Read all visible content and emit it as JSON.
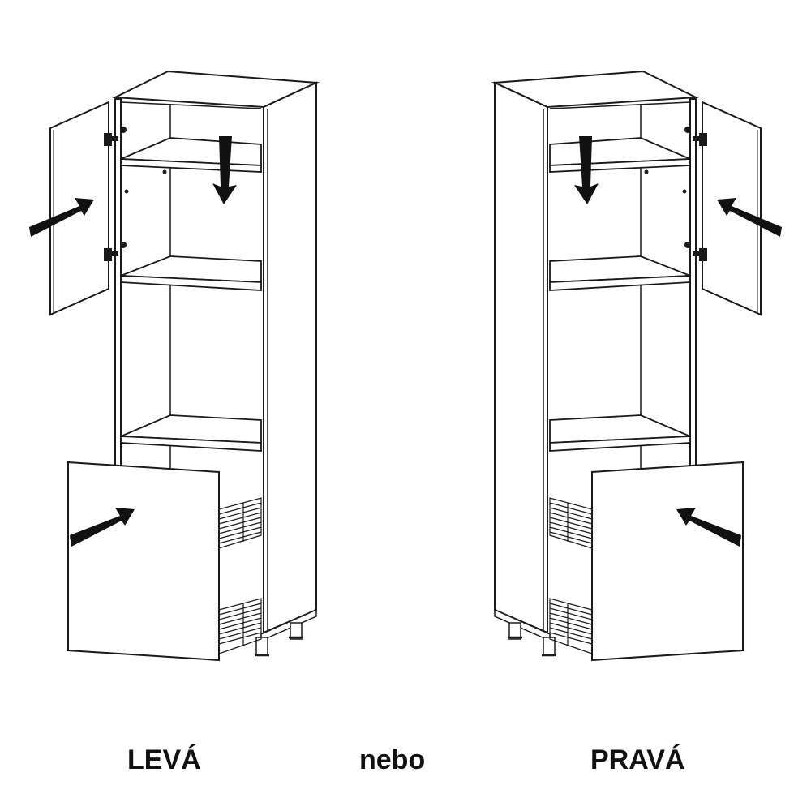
{
  "labels": {
    "left": "LEVÁ",
    "middle": "nebo",
    "right": "PRAVÁ"
  },
  "colors": {
    "line": "#1a1a1a",
    "arrow": "#111111",
    "fill": "#ffffff"
  }
}
